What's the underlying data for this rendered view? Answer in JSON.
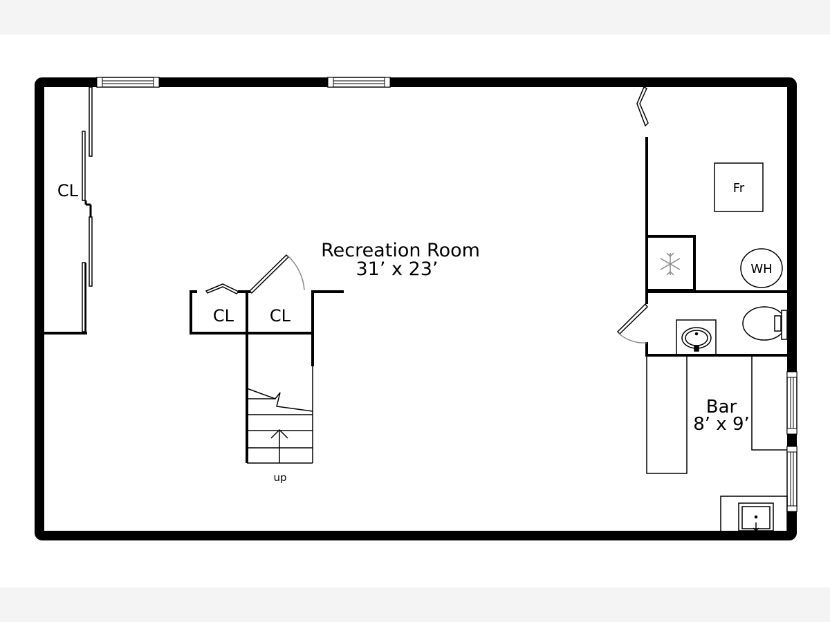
{
  "plan": {
    "rooms": [
      {
        "name": "Recreation Room",
        "dimensions": "31’ x 23’"
      },
      {
        "name": "Bar",
        "dimensions": "8’ x 9’"
      }
    ],
    "labels": {
      "closet_left": "CL",
      "closet_stair_1": "CL",
      "closet_stair_2": "CL",
      "stairs": "up",
      "freezer": "Fr",
      "water_heater": "WH"
    }
  }
}
